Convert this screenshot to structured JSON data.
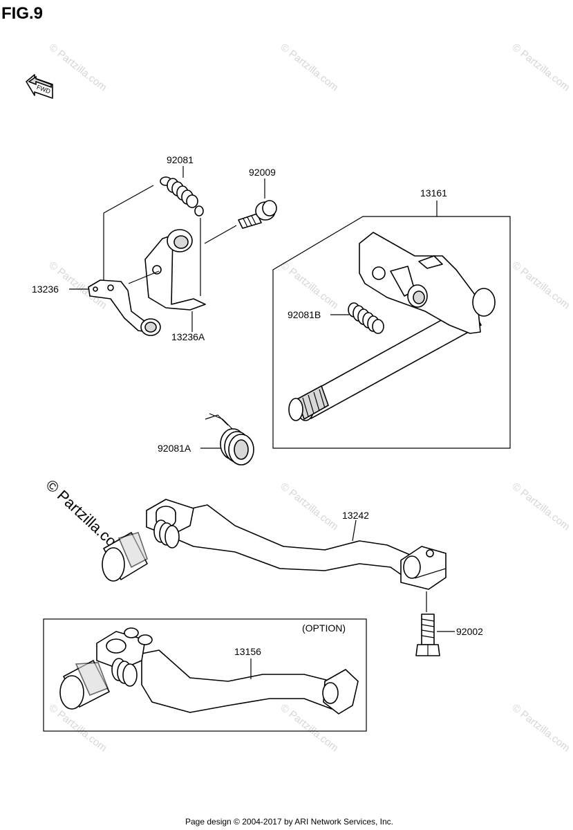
{
  "figure": {
    "title": "FIG.9"
  },
  "fwd_label": "FWD",
  "option_label": "(OPTION)",
  "parts": [
    {
      "number": "92081"
    },
    {
      "number": "92009"
    },
    {
      "number": "13161"
    },
    {
      "number": "13236"
    },
    {
      "number": "13236A"
    },
    {
      "number": "92081B"
    },
    {
      "number": "92081A"
    },
    {
      "number": "13242"
    },
    {
      "number": "92002"
    },
    {
      "number": "13156"
    }
  ],
  "watermark": {
    "text": "© Partzilla.com",
    "big_text": "© Partzilla.com"
  },
  "footer": {
    "text": "Page design © 2004-2017 by ARI Network Services, Inc."
  }
}
